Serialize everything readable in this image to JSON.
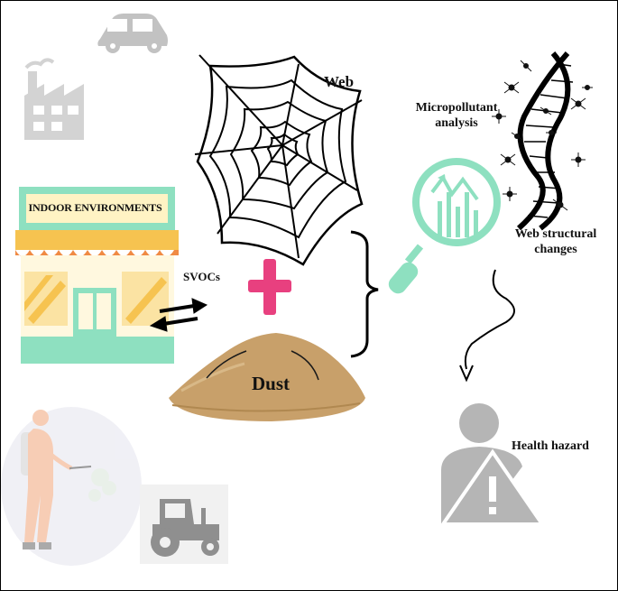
{
  "labels": {
    "web": "Web",
    "micropollutant": "Micropollutant analysis",
    "web_structural_changes": "Web structural changes",
    "svocs": "SVOCs",
    "dust": "Dust",
    "health_hazard": "Health hazard",
    "indoor_environments": "INDOOR ENVIRONMENTS"
  },
  "colors": {
    "mint": "#8ee0c0",
    "awning_yellow": "#f6c350",
    "awning_orange": "#f08a44",
    "plus_pink": "#e8407f",
    "dust_tan": "#c8a06a",
    "gray_icon": "#b5b5b5",
    "outline": "#000000"
  },
  "icons": [
    "car-icon",
    "factory-icon",
    "spiderweb-icon",
    "store-icon",
    "magnifier-chart-icon",
    "dna-helix-icon",
    "plus-icon",
    "exchange-arrows-icon",
    "dust-pile-icon",
    "curly-brace-icon",
    "curved-arrow-icon",
    "person-warning-icon",
    "sprayer-person-icon",
    "tractor-icon"
  ]
}
